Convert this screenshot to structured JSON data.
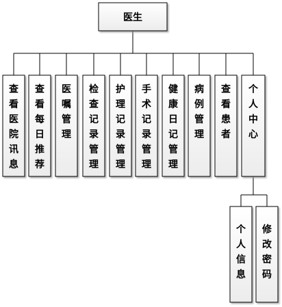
{
  "root": {
    "label": "医生"
  },
  "modules": [
    {
      "label": "查看医院讯息"
    },
    {
      "label": "查看每日推荐"
    },
    {
      "label": "医嘱管理"
    },
    {
      "label": "检查记录管理"
    },
    {
      "label": "护理记录管理"
    },
    {
      "label": "手术记录管理"
    },
    {
      "label": "健康日记管理"
    },
    {
      "label": "病例管理"
    },
    {
      "label": "查看患者"
    },
    {
      "label": "个人中心"
    }
  ],
  "submodules": [
    {
      "label": "个人信息"
    },
    {
      "label": "修改密码"
    }
  ]
}
